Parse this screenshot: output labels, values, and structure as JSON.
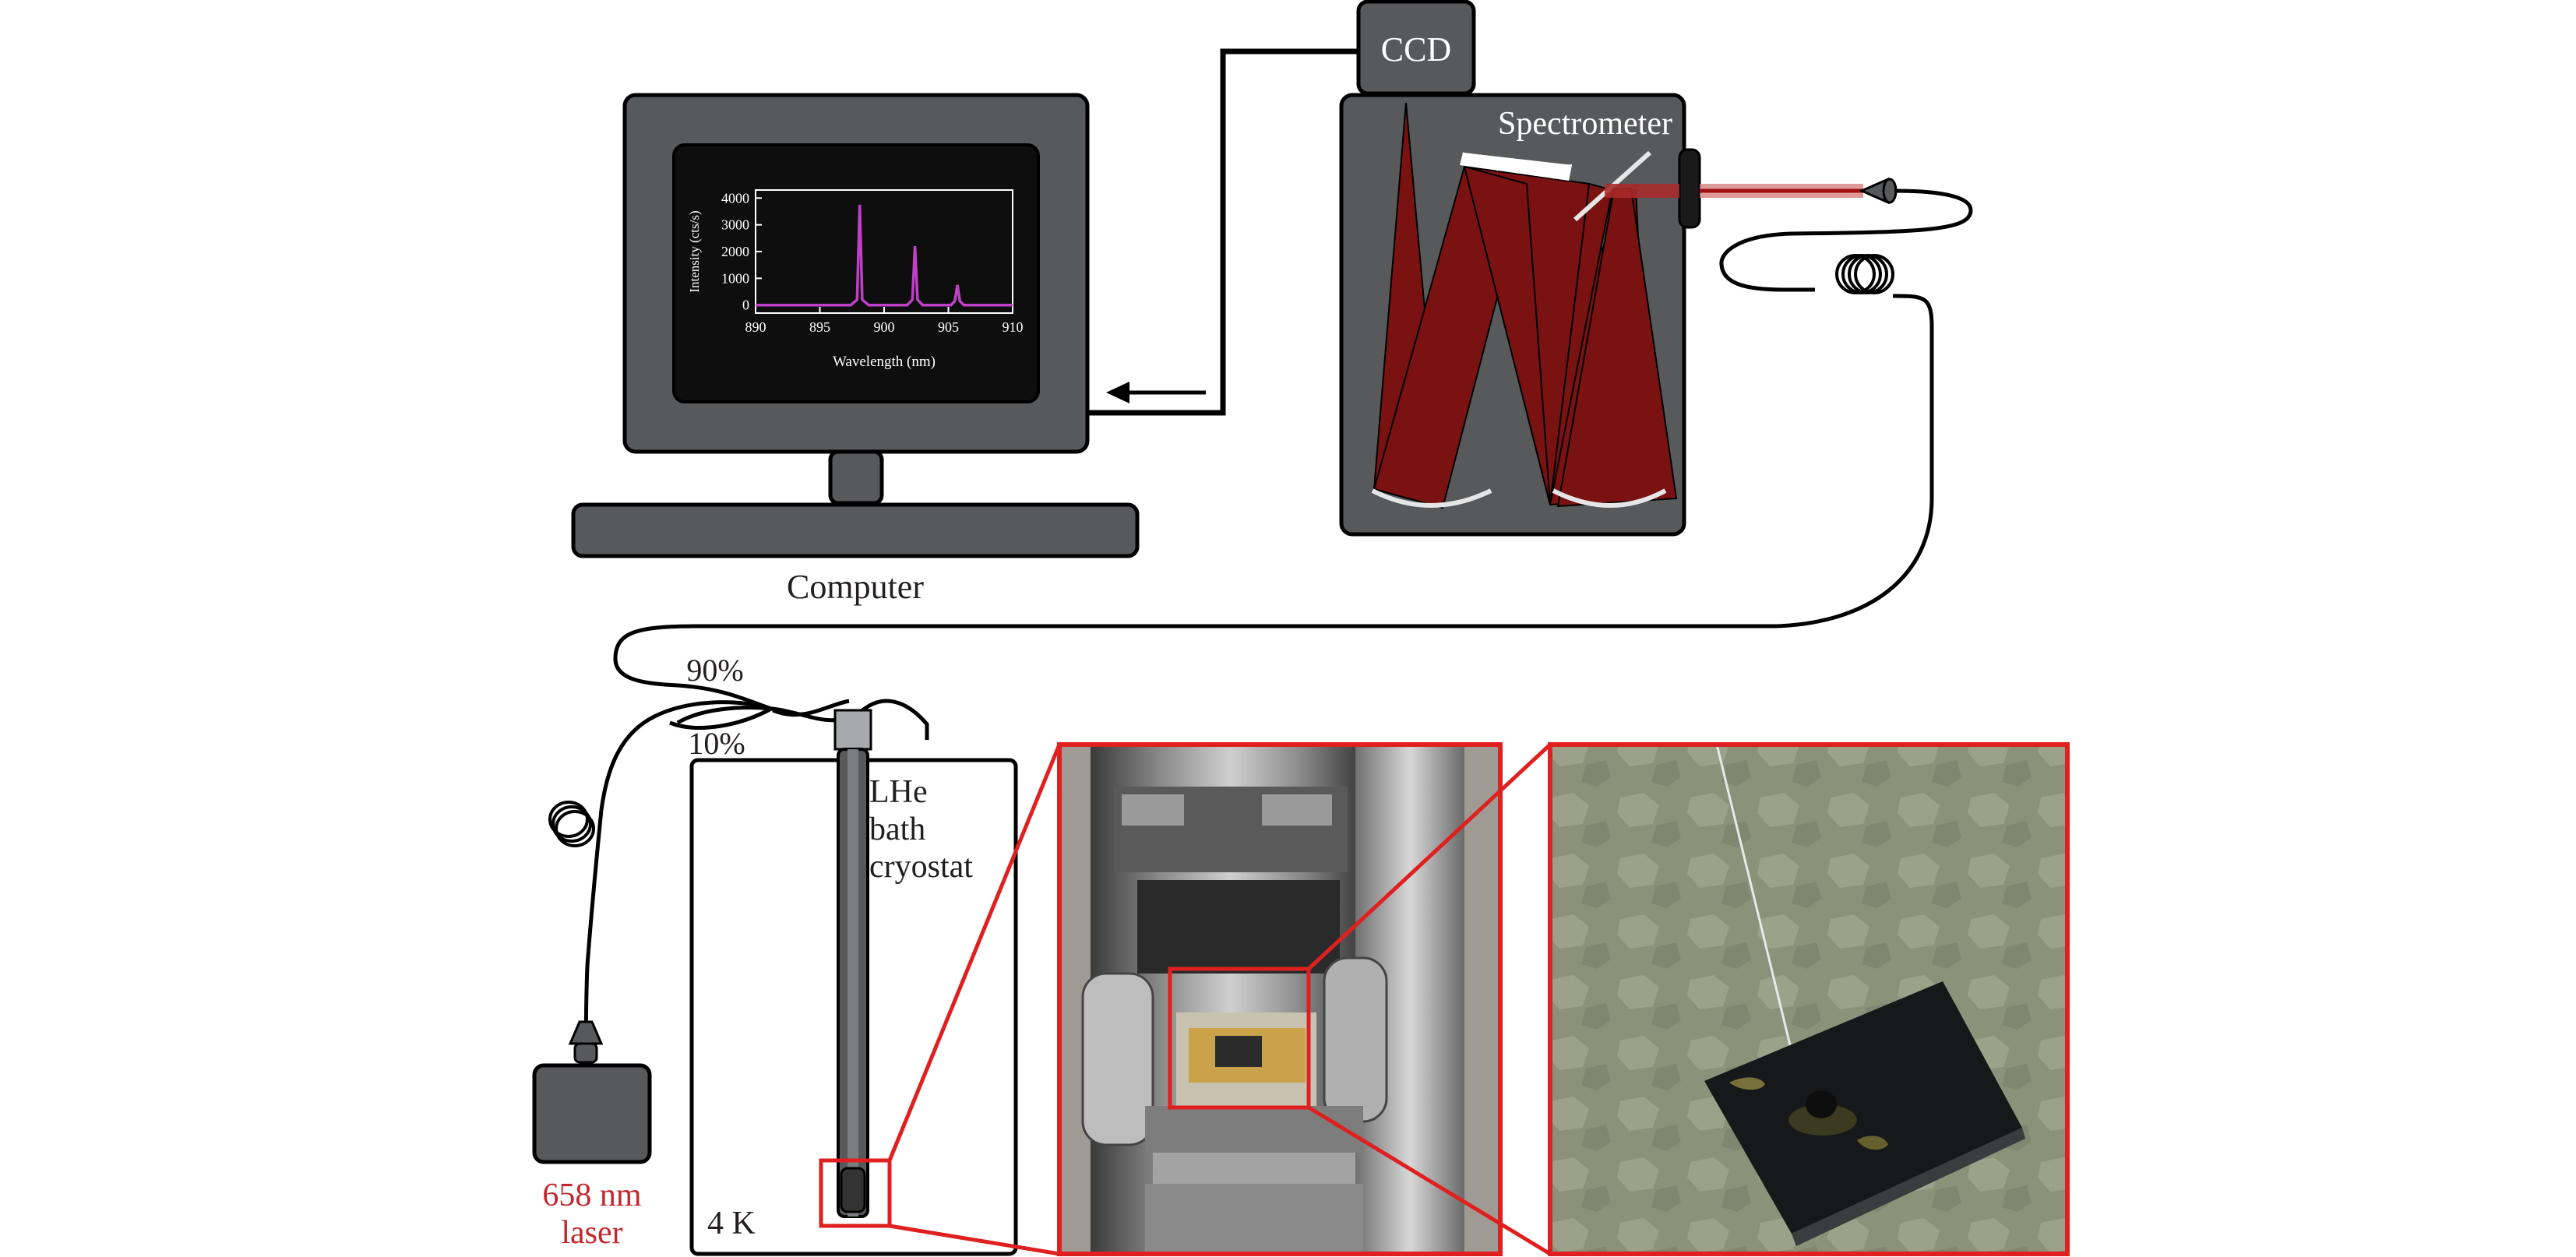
{
  "computer": {
    "label": "Computer"
  },
  "ccd": {
    "label": "CCD"
  },
  "spectrometer": {
    "label": "Spectrometer"
  },
  "screen_plot": {
    "ylabel": "Intensity (cts/s)",
    "xlabel": "Wavelength (nm)",
    "xticks": [
      "890",
      "895",
      "900",
      "905",
      "910"
    ],
    "yticks": [
      "0",
      "1000",
      "2000",
      "3000",
      "4000"
    ]
  },
  "splitter": {
    "ratio_top": "90%",
    "ratio_bottom": "10%"
  },
  "cryostat": {
    "label_line1": "LHe",
    "label_line2": "bath",
    "label_line3": "cryostat",
    "temperature": "4 K"
  },
  "laser": {
    "label_line1": "658 nm",
    "label_line2": "laser"
  },
  "colors": {
    "device_gray": "#58595b",
    "beam_red": "#7a1212",
    "highlight_red": "#e02020",
    "laser_label": "#c1272d"
  },
  "chart_data": {
    "type": "line",
    "xlabel": "Wavelength (nm)",
    "ylabel": "Intensity (cts/s)",
    "xlim": [
      890,
      910
    ],
    "ylim": [
      -300,
      4300
    ],
    "series": [
      {
        "x": [
          890,
          897.4,
          897.9,
          898.1,
          898.3,
          898.8,
          901.8,
          902.2,
          902.4,
          902.6,
          903.0,
          905.2,
          905.5,
          905.7,
          905.9,
          906.2,
          910
        ],
        "y": [
          0,
          0,
          200,
          3750,
          200,
          0,
          0,
          200,
          2200,
          200,
          0,
          0,
          150,
          750,
          150,
          0,
          0
        ]
      }
    ]
  }
}
